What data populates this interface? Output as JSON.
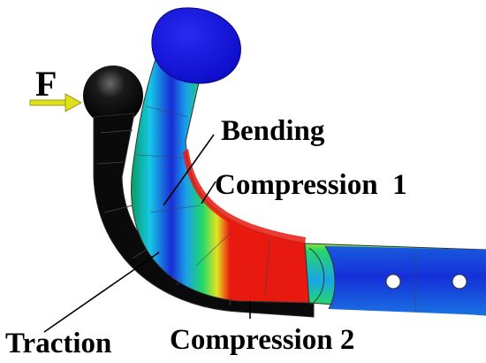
{
  "diagram": {
    "force_label": "F",
    "labels": {
      "bending": "Bending",
      "compression1": "Compression  1",
      "traction": "Traction",
      "compression2": "Compression 2"
    }
  },
  "colors": {
    "black_body": "#0a0a0a",
    "ball_blue": "#1414e6",
    "force_arrow": "#e0e01a",
    "stress_high": "#e81a10",
    "stress_low": "#1428d8"
  }
}
